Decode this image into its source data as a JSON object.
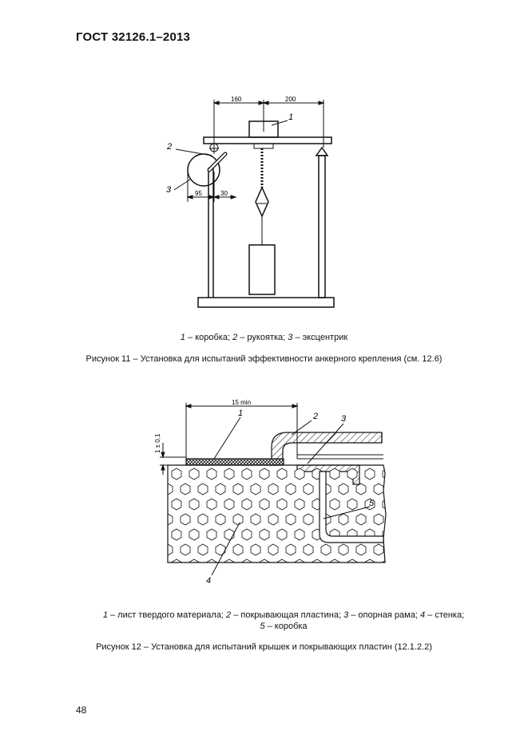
{
  "header": {
    "doc_code": "ГОСТ  32126.1–2013"
  },
  "figure11": {
    "dims": {
      "d160": "160",
      "d200": "200",
      "d95": "95",
      "d30": "30"
    },
    "callouts": {
      "c1": "1",
      "c2": "2",
      "c3": "3"
    },
    "legend": [
      {
        "num": "1",
        "text": " – коробка; "
      },
      {
        "num": "2",
        "text": " – рукоятка; "
      },
      {
        "num": "3",
        "text": " – эксцентрик"
      }
    ],
    "caption": "Рисунок 11 – Установка для испытаний эффективности анкерного крепления (см. 12.6)"
  },
  "figure12": {
    "dims": {
      "d15min": "15 min",
      "d1": "1 ± 0,1"
    },
    "callouts": {
      "c1": "1",
      "c2": "2",
      "c3": "3",
      "c4": "4",
      "c5": "5"
    },
    "legend": [
      {
        "num": "1",
        "text": " – лист твердого материала; "
      },
      {
        "num": "2",
        "text": " – покрывающая пластина; "
      },
      {
        "num": "3",
        "text": " – опорная рама; "
      },
      {
        "num": "4",
        "text": " – стенка;"
      },
      {
        "num": "5",
        "text": " – коробка"
      }
    ],
    "caption": "Рисунок 12 – Установка для испытаний крышек и покрывающих пластин (12.1.2.2)"
  },
  "page_number": "48"
}
